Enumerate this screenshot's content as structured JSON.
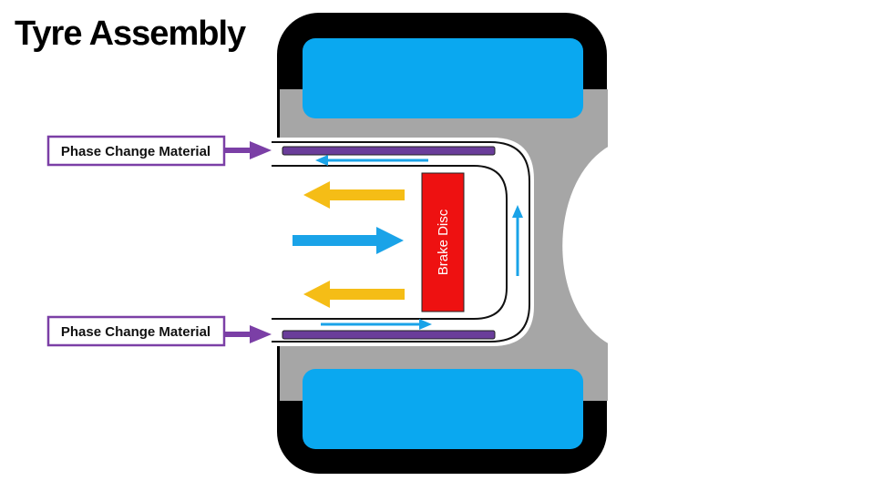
{
  "title": "Tyre Assembly",
  "labels": {
    "pcm_top": "Phase Change Material",
    "pcm_bottom": "Phase Change Material",
    "brake_disc": "Brake Disc"
  },
  "colors": {
    "tyre_rubber": "#000000",
    "rim_tread": "#0aa8f0",
    "hub": "#a6a6a6",
    "pcm": "#6a3d9a",
    "pcm_label_border": "#7b3fa6",
    "brake_disc": "#ee1111",
    "airflow_blue": "#1aa3e8",
    "airflow_yellow": "#f5bd16"
  },
  "icons": {
    "pcm_pointer": "arrow-right-icon",
    "airflow_in": "arrow-right-icon",
    "airflow_out": "arrow-left-icon",
    "duct_flow": "arrow-icon"
  }
}
